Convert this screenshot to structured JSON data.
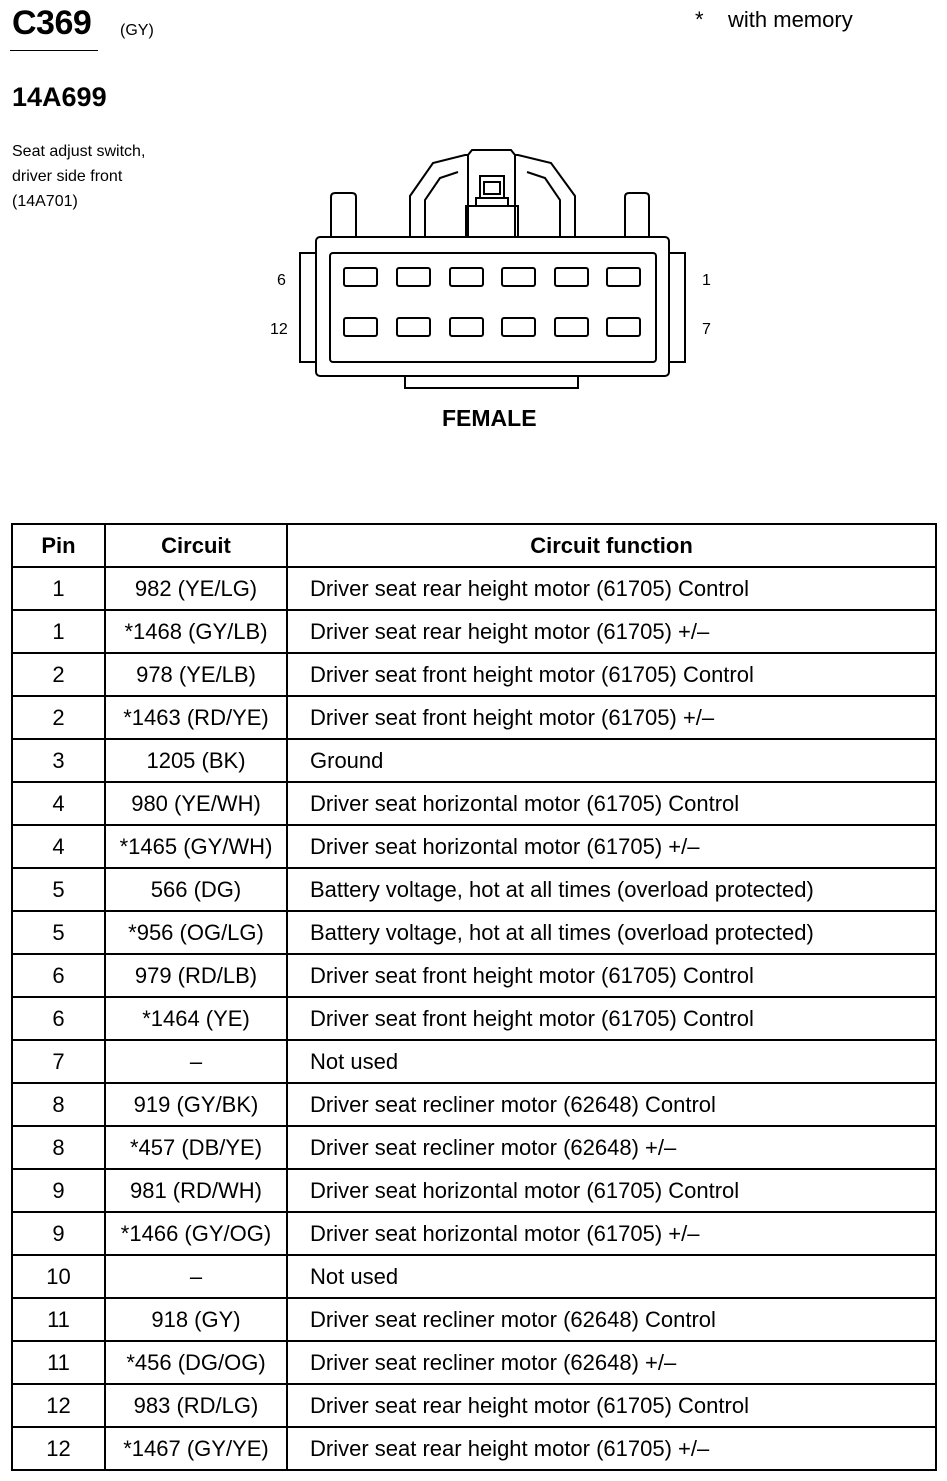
{
  "header": {
    "connector_id": "C369",
    "connector_color": "(GY)",
    "memory_note": "*    with memory",
    "part_number": "14A699",
    "component_desc": [
      "Seat adjust switch,",
      "driver side front",
      "(14A701)"
    ]
  },
  "diagram": {
    "pin_labels": {
      "top_left": "6",
      "bottom_left": "12",
      "top_right": "1",
      "bottom_right": "7"
    },
    "gender": "FEMALE"
  },
  "table": {
    "headers": [
      "Pin",
      "Circuit",
      "Circuit function"
    ],
    "rows": [
      [
        "1",
        "982 (YE/LG)",
        "Driver seat rear height motor (61705) Control"
      ],
      [
        "1",
        "*1468 (GY/LB)",
        "Driver seat rear height motor (61705) +/–"
      ],
      [
        "2",
        "978 (YE/LB)",
        "Driver seat front height motor (61705) Control"
      ],
      [
        "2",
        "*1463 (RD/YE)",
        "Driver seat front height motor (61705) +/–"
      ],
      [
        "3",
        "1205 (BK)",
        "Ground"
      ],
      [
        "4",
        "980 (YE/WH)",
        "Driver seat horizontal motor (61705) Control"
      ],
      [
        "4",
        "*1465 (GY/WH)",
        "Driver seat horizontal motor (61705) +/–"
      ],
      [
        "5",
        "566 (DG)",
        "Battery voltage, hot at all times (overload protected)"
      ],
      [
        "5",
        "*956 (OG/LG)",
        "Battery voltage, hot at all times (overload protected)"
      ],
      [
        "6",
        "979 (RD/LB)",
        "Driver seat front height motor (61705) Control"
      ],
      [
        "6",
        "*1464 (YE)",
        "Driver seat front height motor (61705) Control"
      ],
      [
        "7",
        "–",
        "Not used"
      ],
      [
        "8",
        "919 (GY/BK)",
        "Driver seat recliner motor (62648) Control"
      ],
      [
        "8",
        "*457 (DB/YE)",
        "Driver seat recliner motor (62648) +/–"
      ],
      [
        "9",
        "981 (RD/WH)",
        "Driver seat horizontal motor (61705) Control"
      ],
      [
        "9",
        "*1466 (GY/OG)",
        "Driver seat horizontal motor (61705) +/–"
      ],
      [
        "10",
        "–",
        "Not used"
      ],
      [
        "11",
        "918 (GY)",
        "Driver seat recliner motor (62648) Control"
      ],
      [
        "11",
        "*456 (DG/OG)",
        "Driver seat recliner motor (62648) +/–"
      ],
      [
        "12",
        "983 (RD/LG)",
        "Driver seat rear height motor (61705) Control"
      ],
      [
        "12",
        "*1467  (GY/YE)",
        "Driver seat rear height motor (61705) +/–"
      ]
    ]
  }
}
